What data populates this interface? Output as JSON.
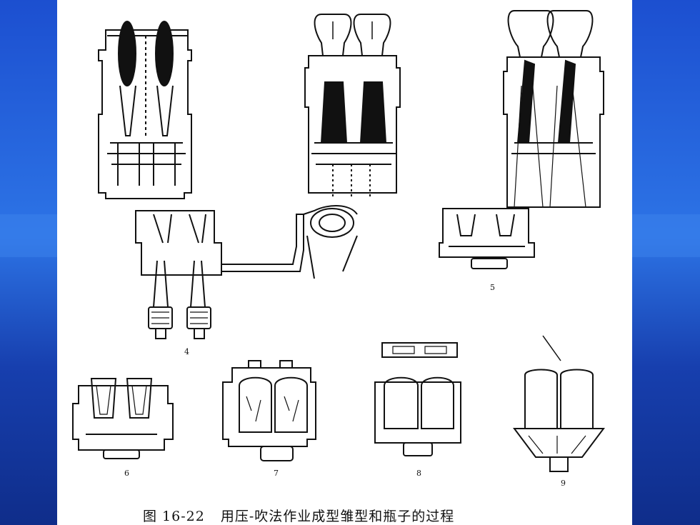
{
  "figure": {
    "caption_label": "图 16-22",
    "caption_text": "用压-吹法作业成型雏型和瓶子的过程",
    "step_labels": [
      "4",
      "5",
      "6",
      "7",
      "8",
      "9"
    ]
  },
  "colors": {
    "slide_bg": "#1a4fc0",
    "page_bg": "#ffffff",
    "ink": "#111111"
  }
}
